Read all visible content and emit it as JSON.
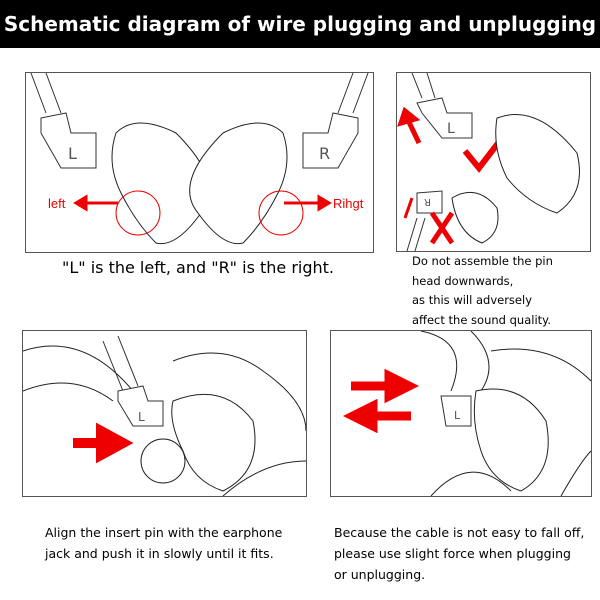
{
  "title": "Schematic diagram of wire plugging and unplugging",
  "panel1": {
    "left_label": "left",
    "right_label": "Rihgt",
    "plug_left": "L",
    "plug_right": "R",
    "caption": "\"L\" is the left, and \"R\" is the right."
  },
  "panel2": {
    "plug_top": "L",
    "plug_bottom": "R",
    "caption_lines": [
      "Do not assemble the pin",
      "head downwards,",
      "as this will adversely",
      "affect the sound quality."
    ]
  },
  "panel3": {
    "plug": "L",
    "caption_lines": [
      "Align the insert pin with the earphone",
      "jack and push it in slowly until it fits."
    ]
  },
  "panel4": {
    "plug": "L",
    "caption_lines": [
      "Because the cable is not easy to fall off,",
      "please use slight force when plugging",
      "or unplugging."
    ]
  },
  "colors": {
    "accent": "#e00000",
    "title_bg": "#000000"
  }
}
